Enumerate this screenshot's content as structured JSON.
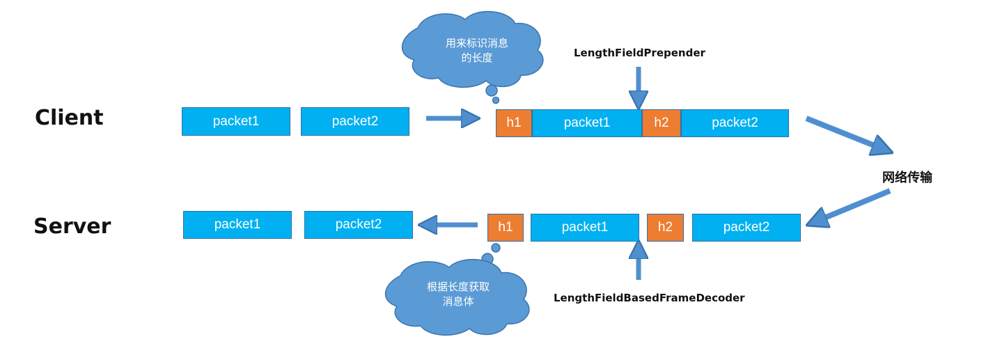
{
  "rows": {
    "client_label": "Client",
    "server_label": "Server"
  },
  "client": {
    "plain_packets": [
      "packet1",
      "packet2"
    ],
    "framed": {
      "h1": "h1",
      "p1": "packet1",
      "h2": "h2",
      "p2": "packet2"
    },
    "encoder_label": "LengthFieldPrepender",
    "cloud_line1": "用来标识消息",
    "cloud_line2": "的长度"
  },
  "network_label": "网络传输",
  "server": {
    "plain_packets": [
      "packet1",
      "packet2"
    ],
    "framed": {
      "h1": "h1",
      "p1": "packet1",
      "h2": "h2",
      "p2": "packet2"
    },
    "decoder_label": "LengthFieldBasedFrameDecoder",
    "cloud_line1": "根据长度获取",
    "cloud_line2": "消息体"
  },
  "colors": {
    "packet_blue": "#00b0f0",
    "header_orange": "#ed7d31",
    "arrow_blue": "#4f8fd0",
    "cloud_blue": "#5b9bd5"
  }
}
